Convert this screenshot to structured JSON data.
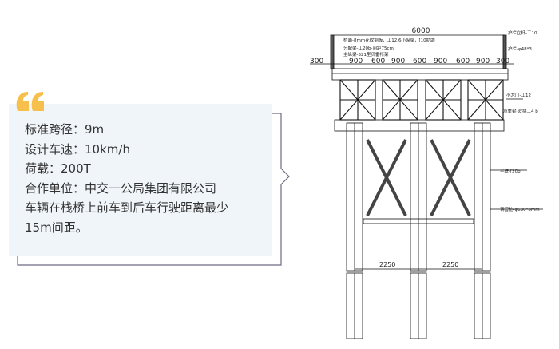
{
  "card": {
    "quote_icon": "quote-icon",
    "quote_color": "#f7c04d",
    "background_color": "#f0f5f9",
    "frame_color": "#6d6a85",
    "lines": [
      "标准跨径：9m",
      "设计车速：10km/h",
      "荷载：200T",
      "合作单位：中交一公局集团有限公司",
      "车辆在栈桥上前车到后车行驶距离最少",
      "15m间距。"
    ]
  },
  "drawing": {
    "top_width": "6000",
    "left_offset": "300",
    "spacings": [
      "900",
      "600",
      "900",
      "600",
      "900",
      "600",
      "900",
      "300"
    ],
    "deck_notes": [
      "桥面-8mm花纹钢板，工12.6小纵梁，[10肋助",
      "分配梁-工20b-间距75cm",
      "主纵梁-321型贝雷桁架"
    ],
    "labels": {
      "railing_post": "护栏立杆-工10",
      "railing": "护栏-φ48*3",
      "small_gantry": "小龙门-工12",
      "cap_beam": "承重梁-双拼工4 b",
      "horizontal_brace": "平联-[20b",
      "steel_pile": "钢管桩-φ630*8mm"
    },
    "pile_spacing": [
      "2250",
      "2250"
    ]
  }
}
